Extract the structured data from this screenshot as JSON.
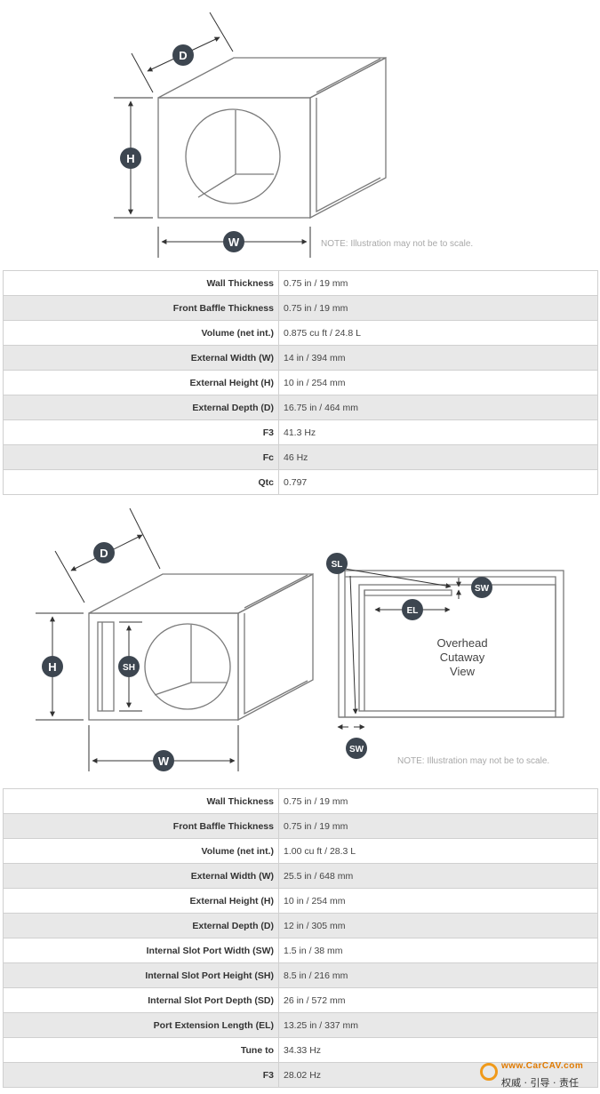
{
  "diagram1": {
    "labels": {
      "depth": "D",
      "height": "H",
      "width": "W"
    },
    "note": "NOTE: Illustration may not be to scale."
  },
  "table1": [
    {
      "label": "Wall Thickness",
      "value": "0.75 in / 19 mm"
    },
    {
      "label": "Front Baffle Thickness",
      "value": "0.75 in / 19 mm"
    },
    {
      "label": "Volume (net int.)",
      "value": "0.875 cu ft / 24.8 L"
    },
    {
      "label": "External Width (W)",
      "value": "14 in / 394 mm"
    },
    {
      "label": "External Height (H)",
      "value": "10 in / 254 mm"
    },
    {
      "label": "External Depth (D)",
      "value": "16.75 in / 464 mm"
    },
    {
      "label": "F3",
      "value": "41.3 Hz"
    },
    {
      "label": "Fc",
      "value": "46 Hz"
    },
    {
      "label": "Qtc",
      "value": "0.797"
    }
  ],
  "diagram2": {
    "labels": {
      "depth": "D",
      "height": "H",
      "width": "W",
      "slot_height": "SH",
      "slot_length": "SL",
      "slot_width": "SW",
      "ext_length": "EL"
    },
    "cutaway": [
      "Overhead",
      "Cutaway",
      "View"
    ],
    "note": "NOTE: Illustration may not be to scale."
  },
  "table2": [
    {
      "label": "Wall Thickness",
      "value": "0.75 in / 19 mm"
    },
    {
      "label": "Front Baffle Thickness",
      "value": "0.75 in / 19 mm"
    },
    {
      "label": "Volume (net int.)",
      "value": "1.00 cu ft / 28.3 L"
    },
    {
      "label": "External Width (W)",
      "value": "25.5 in / 648 mm"
    },
    {
      "label": "External Height (H)",
      "value": "10 in / 254 mm"
    },
    {
      "label": "External Depth (D)",
      "value": "12 in / 305 mm"
    },
    {
      "label": "Internal Slot Port Width (SW)",
      "value": "1.5 in / 38 mm"
    },
    {
      "label": "Internal Slot Port Height (SH)",
      "value": "8.5 in / 216 mm"
    },
    {
      "label": "Internal Slot Port Depth (SD)",
      "value": "26 in / 572 mm"
    },
    {
      "label": "Port Extension Length (EL)",
      "value": "13.25 in / 337 mm"
    },
    {
      "label": "Tune to",
      "value": "34.33 Hz"
    },
    {
      "label": "F3",
      "value": "28.02 Hz"
    }
  ],
  "watermark": {
    "url": "www.CarCAV.com",
    "slogan": "权威 · 引导 · 责任"
  }
}
